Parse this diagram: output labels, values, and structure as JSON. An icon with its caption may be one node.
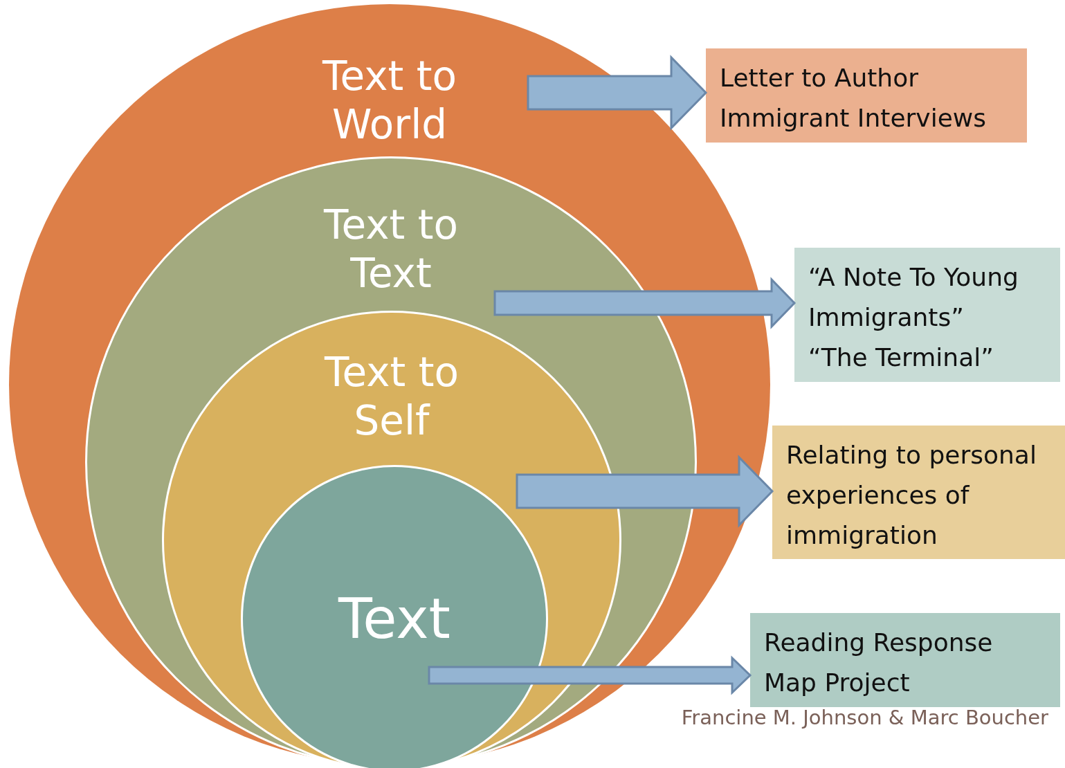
{
  "diagram": {
    "nodes": [
      {
        "text": [
          "Text to World"
        ]
      },
      {
        "text": [
          "Text to Text"
        ],
        "in": 0
      },
      {
        "text": [
          "Text to Self"
        ],
        "in": 1
      },
      {
        "text": [
          "Text"
        ],
        "in": 2
      },
      {
        "text": [
          "Letter to Author",
          "Immigrant Interviews"
        ]
      },
      {
        "text": [
          "“A Note To Young Immigrants”",
          "“The Terminal”"
        ]
      },
      {
        "text": [
          "Relating to personal experiences of immigration"
        ]
      },
      {
        "text": [
          "Reading Response",
          "Map Project"
        ]
      }
    ],
    "edges": [
      {
        "from": 0,
        "to": 4,
        "arrow": "to",
        "style": "thick"
      },
      {
        "from": 1,
        "to": 5,
        "arrow": "to",
        "style": "thick"
      },
      {
        "from": 2,
        "to": 6,
        "arrow": "to",
        "style": "thick"
      },
      {
        "from": 3,
        "to": 7,
        "arrow": "to",
        "style": "thick"
      }
    ],
    "labels": [
      "Francine M. Johnson & Marc Boucher"
    ]
  }
}
